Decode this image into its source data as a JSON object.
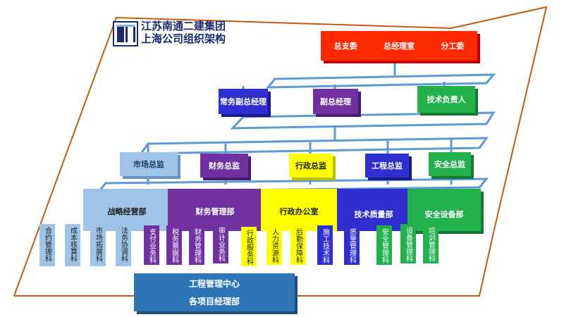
{
  "company": {
    "line1": "江苏南通二建集团",
    "line2": "上海公司组织架构"
  },
  "top": {
    "items": [
      "总支委",
      "总经理室",
      "分工委"
    ],
    "color": "#ff2a00"
  },
  "second_tier": [
    "常务副总经理",
    "副总经理",
    "技术负责人"
  ],
  "directors": [
    "市场总监",
    "财务总监",
    "行政总监",
    "工程总监",
    "安全总监"
  ],
  "departments": [
    "战略经营部",
    "财务管理部",
    "行政办公室",
    "技术质量部",
    "安全设备部"
  ],
  "sections": [
    {
      "label": "合约管理科",
      "color": "#9dc3e6"
    },
    {
      "label": "成本核算科",
      "color": "#9dc3e6"
    },
    {
      "label": "市场拓展科",
      "color": "#9dc3e6"
    },
    {
      "label": "法务协调科",
      "color": "#9dc3e6"
    },
    {
      "label": "支付业务科",
      "color": "#7030a0"
    },
    {
      "label": "税务票据科",
      "color": "#7030a0"
    },
    {
      "label": "财务管理科",
      "color": "#7030a0"
    },
    {
      "label": "审计业务科",
      "color": "#7030a0"
    },
    {
      "label": "行政服务科",
      "color": "#ffff00"
    },
    {
      "label": "人力资源科",
      "color": "#ffff00"
    },
    {
      "label": "后勤保障科",
      "color": "#ffff00"
    },
    {
      "label": "施工技术科",
      "color": "#2f2fd0"
    },
    {
      "label": "质量管理科",
      "color": "#2f2fd0"
    },
    {
      "label": "安全管理科",
      "color": "#22b14c"
    },
    {
      "label": "设备管理科",
      "color": "#22b14c"
    },
    {
      "label": "培训管理科",
      "color": "#22b14c"
    }
  ],
  "bottom": {
    "line1": "工程管理中心",
    "line2": "各项目经理部"
  },
  "colors": {
    "wire": "#5b9bd5",
    "frame": "#c55a11",
    "market": "#9dc3e6",
    "finance": "#7030a0",
    "admin": "#ffff00",
    "tech": "#2f2fd0",
    "safety": "#22b14c",
    "second_tier": [
      "#2f2fd0",
      "#7030a0",
      "#22b14c"
    ],
    "bottom": "#2e75b6"
  }
}
